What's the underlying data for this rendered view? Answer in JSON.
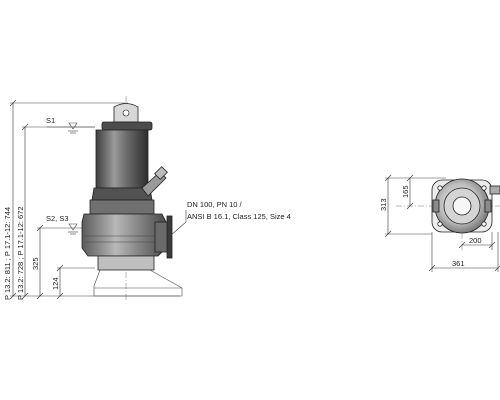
{
  "labels": {
    "water_level_upper": "S1",
    "water_level_lower": "S2, S3",
    "height_outer": "P 13.2: 811 ;  P 17.1-12: 744",
    "height_inner": "P 13.2: 728 ;  P 17.1-12: 672",
    "height_325": "325",
    "height_124": "124",
    "connection_line1": "DN 100, PN 10 /",
    "connection_line2": "ANSI B 16.1, Class 125, Size 4",
    "plan_313": "313",
    "plan_165": "165",
    "plan_200": "200",
    "plan_361": "361"
  },
  "colors": {
    "line": "#333333",
    "pump_dark": "#5a5a5a",
    "pump_mid": "#8a8a8a",
    "pump_light": "#c8c8c8"
  }
}
